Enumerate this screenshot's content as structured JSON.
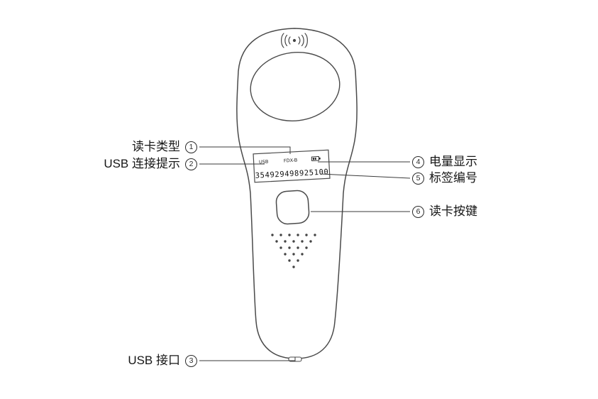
{
  "screen": {
    "usb": "USB",
    "type": "FDX-B",
    "tag_number": "354929498925100"
  },
  "callouts": {
    "card_type": {
      "label": "读卡类型",
      "num": "1"
    },
    "usb_hint": {
      "label": "USB 连接提示",
      "num": "2"
    },
    "usb_port": {
      "label": "USB 接口",
      "num": "3"
    },
    "battery": {
      "num": "4",
      "label": "电量显示"
    },
    "tag_number": {
      "num": "5",
      "label": "标签编号"
    },
    "read_button": {
      "num": "6",
      "label": "读卡按键"
    }
  },
  "colors": {
    "outline": "#4a4a4a",
    "callout_line": "#3a3a3a"
  }
}
